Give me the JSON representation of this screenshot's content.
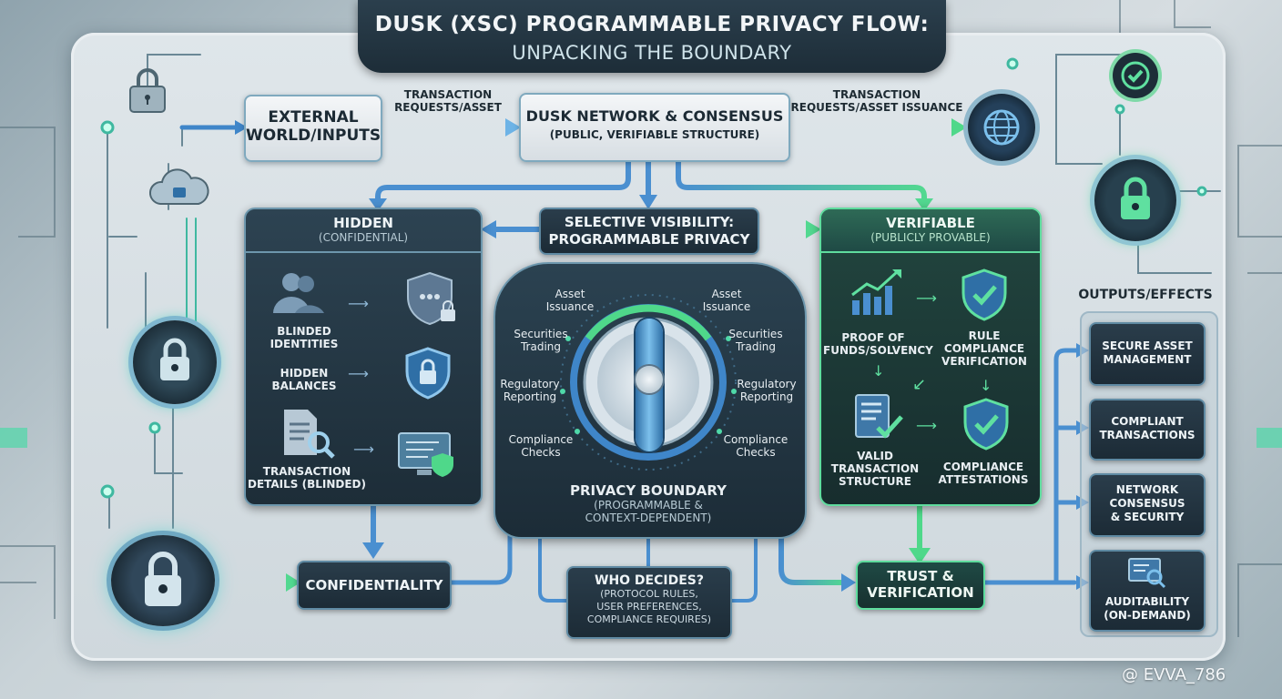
{
  "title": {
    "line1": "DUSK (XSC) PROGRAMMABLE PRIVACY FLOW:",
    "line2": "UNPACKING THE BOUNDARY"
  },
  "top_flow": {
    "external": {
      "line1": "EXTERNAL",
      "line2": "WORLD/INPUTS"
    },
    "arrow1": {
      "line1": "TRANSACTION",
      "line2": "REQUESTS/ASSET"
    },
    "dusk": {
      "line1": "DUSK NETWORK & CONSENSUS",
      "line2": "(PUBLIC, VERIFIABLE STRUCTURE)"
    },
    "arrow2": {
      "line1": "TRANSACTION",
      "line2": "REQUESTS/ASSET ISSUANCE"
    }
  },
  "selective": {
    "line1": "SELECTIVE VISIBILITY:",
    "line2": "PROGRAMMABLE PRIVACY"
  },
  "hidden": {
    "title": "HIDDEN",
    "subtitle": "(CONFIDENTIAL)",
    "items": [
      {
        "line1": "BLINDED",
        "line2": "IDENTITIES"
      },
      {
        "line1": "HIDDEN",
        "line2": "BALANCES"
      },
      {
        "line1": "TRANSACTION",
        "line2": "DETAILS (BLINDED)"
      }
    ]
  },
  "boundary": {
    "dial_left": [
      {
        "line1": "Asset",
        "line2": "Issuance"
      },
      {
        "line1": "Securities",
        "line2": "Trading"
      },
      {
        "line1": "Regulatory",
        "line2": "Reporting"
      },
      {
        "line1": "Compliance",
        "line2": "Checks"
      }
    ],
    "dial_right": [
      {
        "line1": "Asset",
        "line2": "Issuance"
      },
      {
        "line1": "Securities",
        "line2": "Trading"
      },
      {
        "line1": "Regulatory",
        "line2": "Reporting"
      },
      {
        "line1": "Compliance",
        "line2": "Checks"
      }
    ],
    "title": "PRIVACY BOUNDARY",
    "sub1": "(PROGRAMMABLE &",
    "sub2": "CONTEXT-DEPENDENT)"
  },
  "verifiable": {
    "title": "VERIFIABLE",
    "subtitle": "(PUBLICLY PROVABLE)",
    "items": [
      {
        "line1": "PROOF OF",
        "line2": "FUNDS/SOLVENCY"
      },
      {
        "line1": "RULE",
        "line2": "COMPLIANCE",
        "line3": "VERIFICATION"
      },
      {
        "line1": "VALID",
        "line2": "TRANSACTION",
        "line3": "STRUCTURE"
      },
      {
        "line1": "COMPLIANCE",
        "line2": "ATTESTATIONS"
      }
    ]
  },
  "confidentiality": "CONFIDENTIALITY",
  "who_decides": {
    "line1": "WHO DECIDES?",
    "line2": "(PROTOCOL RULES,",
    "line3": "USER PREFERENCES,",
    "line4": "COMPLIANCE REQUIRES)"
  },
  "trust": {
    "line1": "TRUST &",
    "line2": "VERIFICATION"
  },
  "outputs": {
    "title": "OUTPUTS/EFFECTS",
    "items": [
      {
        "line1": "SECURE ASSET",
        "line2": "MANAGEMENT"
      },
      {
        "line1": "COMPLIANT",
        "line2": "TRANSACTIONS"
      },
      {
        "line1": "NETWORK",
        "line2": "CONSENSUS",
        "line3": "& SECURITY"
      },
      {
        "line1": "AUDITABILITY",
        "line2": "(ON-DEMAND)"
      }
    ]
  },
  "watermark": "@ EVVA_786",
  "colors": {
    "accent_blue": "#4a8fd0",
    "accent_green": "#4fd88a",
    "dark_panel": "#1f2f3b"
  },
  "icons": [
    "lock-icon",
    "cloud-icon",
    "globe-icon",
    "check-icon",
    "users-icon",
    "shield-icon",
    "document-search-icon",
    "monitor-shield-icon",
    "growth-chart-icon",
    "checklist-icon",
    "dial-knob-icon"
  ]
}
